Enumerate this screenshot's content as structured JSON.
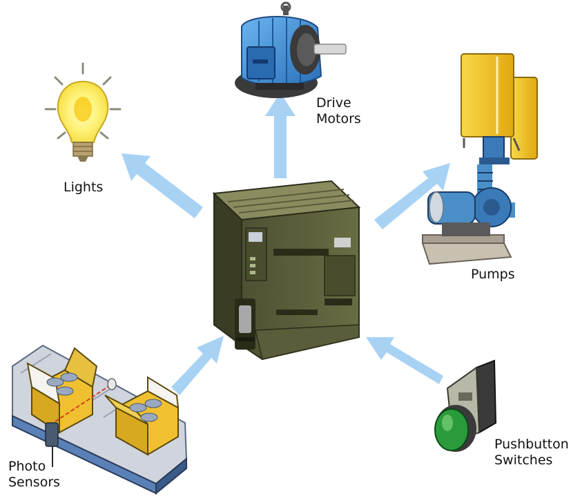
{
  "diagram": {
    "center": {
      "name": "plc-controller"
    },
    "nodes": {
      "lights": {
        "lines": [
          "Lights"
        ],
        "direction": "output"
      },
      "drive_motors": {
        "lines": [
          "Drive",
          "Motors"
        ],
        "direction": "output"
      },
      "pumps": {
        "lines": [
          "Pumps"
        ],
        "direction": "output"
      },
      "photo_sensors": {
        "lines": [
          "Photo",
          "Sensors"
        ],
        "direction": "input"
      },
      "pushbutton_switches": {
        "lines": [
          "Pushbutton",
          "Switches"
        ],
        "direction": "input"
      }
    },
    "colors": {
      "arrow": "#a8d2f4",
      "plc_body": "#5a5c3a",
      "plc_dark": "#3a3c24",
      "motor": "#3f8fd8",
      "pump_yellow": "#f2c21a",
      "pump_blue": "#4a8fc8",
      "box": "#f0c030",
      "conveyor": "#5a80b8",
      "button_green": "#2a9a3a",
      "bulb_glow": "#fff27a"
    }
  }
}
